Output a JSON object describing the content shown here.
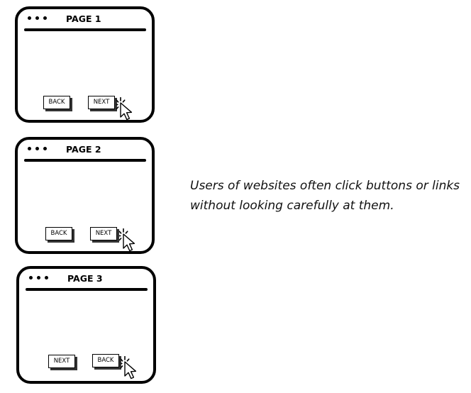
{
  "windows": [
    {
      "title": "PAGE 1",
      "left_button": "BACK",
      "right_button": "NEXT"
    },
    {
      "title": "PAGE 2",
      "left_button": "BACK",
      "right_button": "NEXT"
    },
    {
      "title": "PAGE 3",
      "left_button": "NEXT",
      "right_button": "BACK"
    }
  ],
  "caption": "Users of websites often click buttons or links without looking carefully at them.",
  "icons": [
    "browser-dots-icon",
    "click-cursor-icon"
  ],
  "colors": {
    "outline": "#000000",
    "background": "#ffffff",
    "shadow": "#333333"
  }
}
